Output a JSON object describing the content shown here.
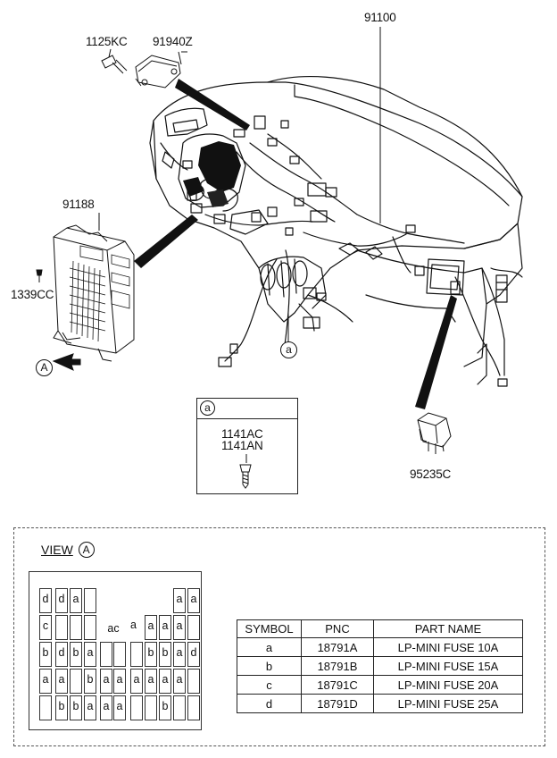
{
  "labels": {
    "bolt_1125": "1125KC",
    "module_91940": "91940Z",
    "harness_main": "91100",
    "junction_box": "91188",
    "screw_1339": "1339CC",
    "relay_95235": "95235C",
    "view_marker": "A",
    "ref_a": "a"
  },
  "callout": {
    "symbol": "a",
    "part_1": "1141AC",
    "part_2": "1141AN"
  },
  "view": {
    "title": "VIEW",
    "marker": "A"
  },
  "fuse_grid": {
    "row1": [
      "d",
      "d",
      "a",
      "",
      "",
      "",
      "",
      "",
      "",
      "a",
      "a"
    ],
    "row2": [
      "c",
      "",
      "",
      "",
      "ac",
      "",
      "a",
      "a",
      "a",
      "a",
      ""
    ],
    "row3": [
      "b",
      "d",
      "b",
      "a",
      "",
      "",
      "",
      "b",
      "b",
      "a",
      "d"
    ],
    "row4": [
      "a",
      "a",
      "",
      "b",
      "a",
      "a",
      "a",
      "a",
      "a",
      "a",
      ""
    ],
    "row5": [
      "",
      "b",
      "b",
      "a",
      "a",
      "a",
      "",
      "",
      "b",
      ""
    ]
  },
  "table": {
    "headers": [
      "SYMBOL",
      "PNC",
      "PART NAME"
    ],
    "rows": [
      [
        "a",
        "18791A",
        "LP-MINI FUSE 10A"
      ],
      [
        "b",
        "18791B",
        "LP-MINI FUSE 15A"
      ],
      [
        "c",
        "18791C",
        "LP-MINI FUSE 20A"
      ],
      [
        "d",
        "18791D",
        "LP-MINI FUSE 25A"
      ]
    ]
  }
}
